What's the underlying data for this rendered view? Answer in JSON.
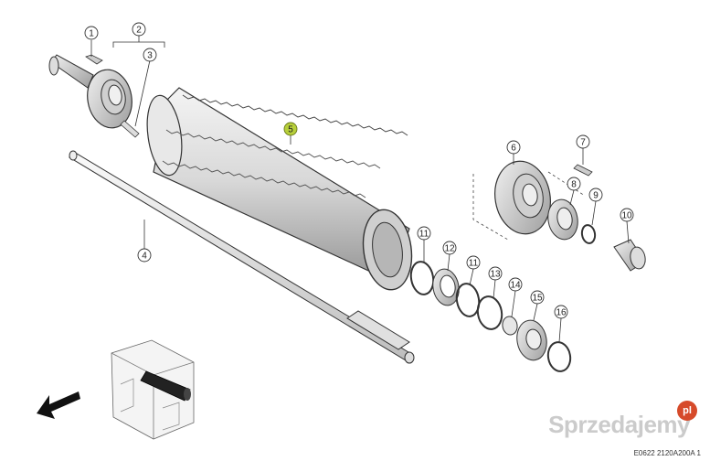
{
  "callouts": [
    "1",
    "2",
    "3",
    "5",
    "4",
    "6",
    "7",
    "8",
    "9",
    "10",
    "11",
    "12",
    "11",
    "13",
    "14",
    "15",
    "16"
  ],
  "footer_code": "E0622 2120A200A 1",
  "watermark": {
    "text": "Sprzedajemy",
    "tld": "pl"
  },
  "colors": {
    "highlight": "#b7cf3a",
    "line": "#333333",
    "watermark_badge": "#d64a2a"
  }
}
